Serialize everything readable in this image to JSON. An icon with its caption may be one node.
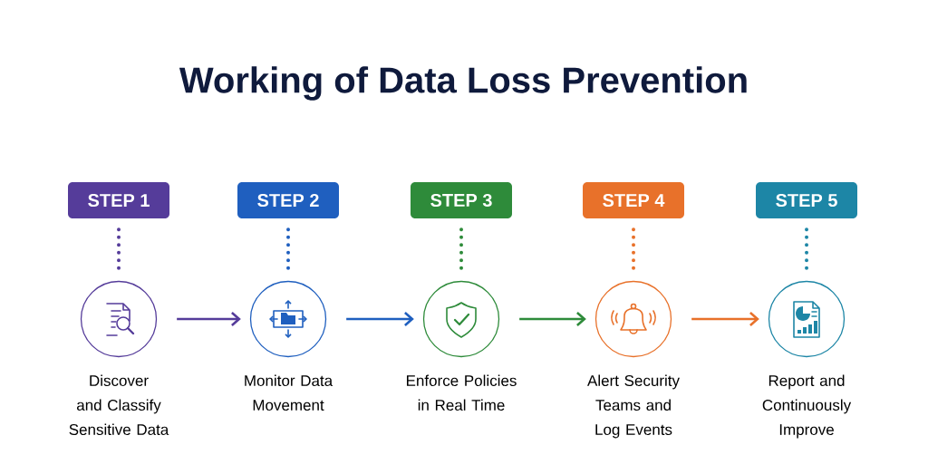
{
  "diagram": {
    "title": "Working of Data Loss Prevention",
    "nodes": [
      {
        "text": [
          "STEP 1"
        ]
      },
      {
        "text": [
          "STEP 2"
        ]
      },
      {
        "text": [
          "STEP 3"
        ]
      },
      {
        "text": [
          "STEP 4"
        ]
      },
      {
        "text": [
          "STEP 5"
        ]
      },
      {
        "text": [],
        "shape": "circle",
        "beside": [
          "Discover and Classify Sensitive Data"
        ]
      },
      {
        "text": [],
        "shape": "circle",
        "beside": [
          "Monitor Data Movement"
        ]
      },
      {
        "text": [],
        "shape": "circle",
        "beside": [
          "Enforce Policies in Real Time"
        ]
      },
      {
        "text": [],
        "shape": "circle",
        "beside": [
          "Alert Security Teams and Log Events"
        ]
      },
      {
        "text": [],
        "shape": "circle",
        "beside": [
          "Report and Continuously Improve"
        ]
      }
    ],
    "edges": [
      {
        "from": 0,
        "to": 5,
        "arrow": "none",
        "style": "dashed",
        "color": "#553c9a"
      },
      {
        "from": 1,
        "to": 6,
        "arrow": "none",
        "style": "dashed",
        "color": "#1f5fbf"
      },
      {
        "from": 2,
        "to": 7,
        "arrow": "none",
        "style": "dashed",
        "color": "#2e8b3a"
      },
      {
        "from": 3,
        "to": 8,
        "arrow": "none",
        "style": "dashed",
        "color": "#e8712a"
      },
      {
        "from": 4,
        "to": 9,
        "arrow": "none",
        "style": "dashed",
        "color": "#1d86a6"
      },
      {
        "from": 5,
        "to": 6,
        "arrow": "to",
        "color": "#553c9a"
      },
      {
        "from": 6,
        "to": 7,
        "arrow": "to",
        "color": "#1f5fbf"
      },
      {
        "from": 7,
        "to": 8,
        "arrow": "to",
        "color": "#2e8b3a"
      },
      {
        "from": 8,
        "to": 9,
        "arrow": "to",
        "color": "#e8712a"
      }
    ]
  }
}
